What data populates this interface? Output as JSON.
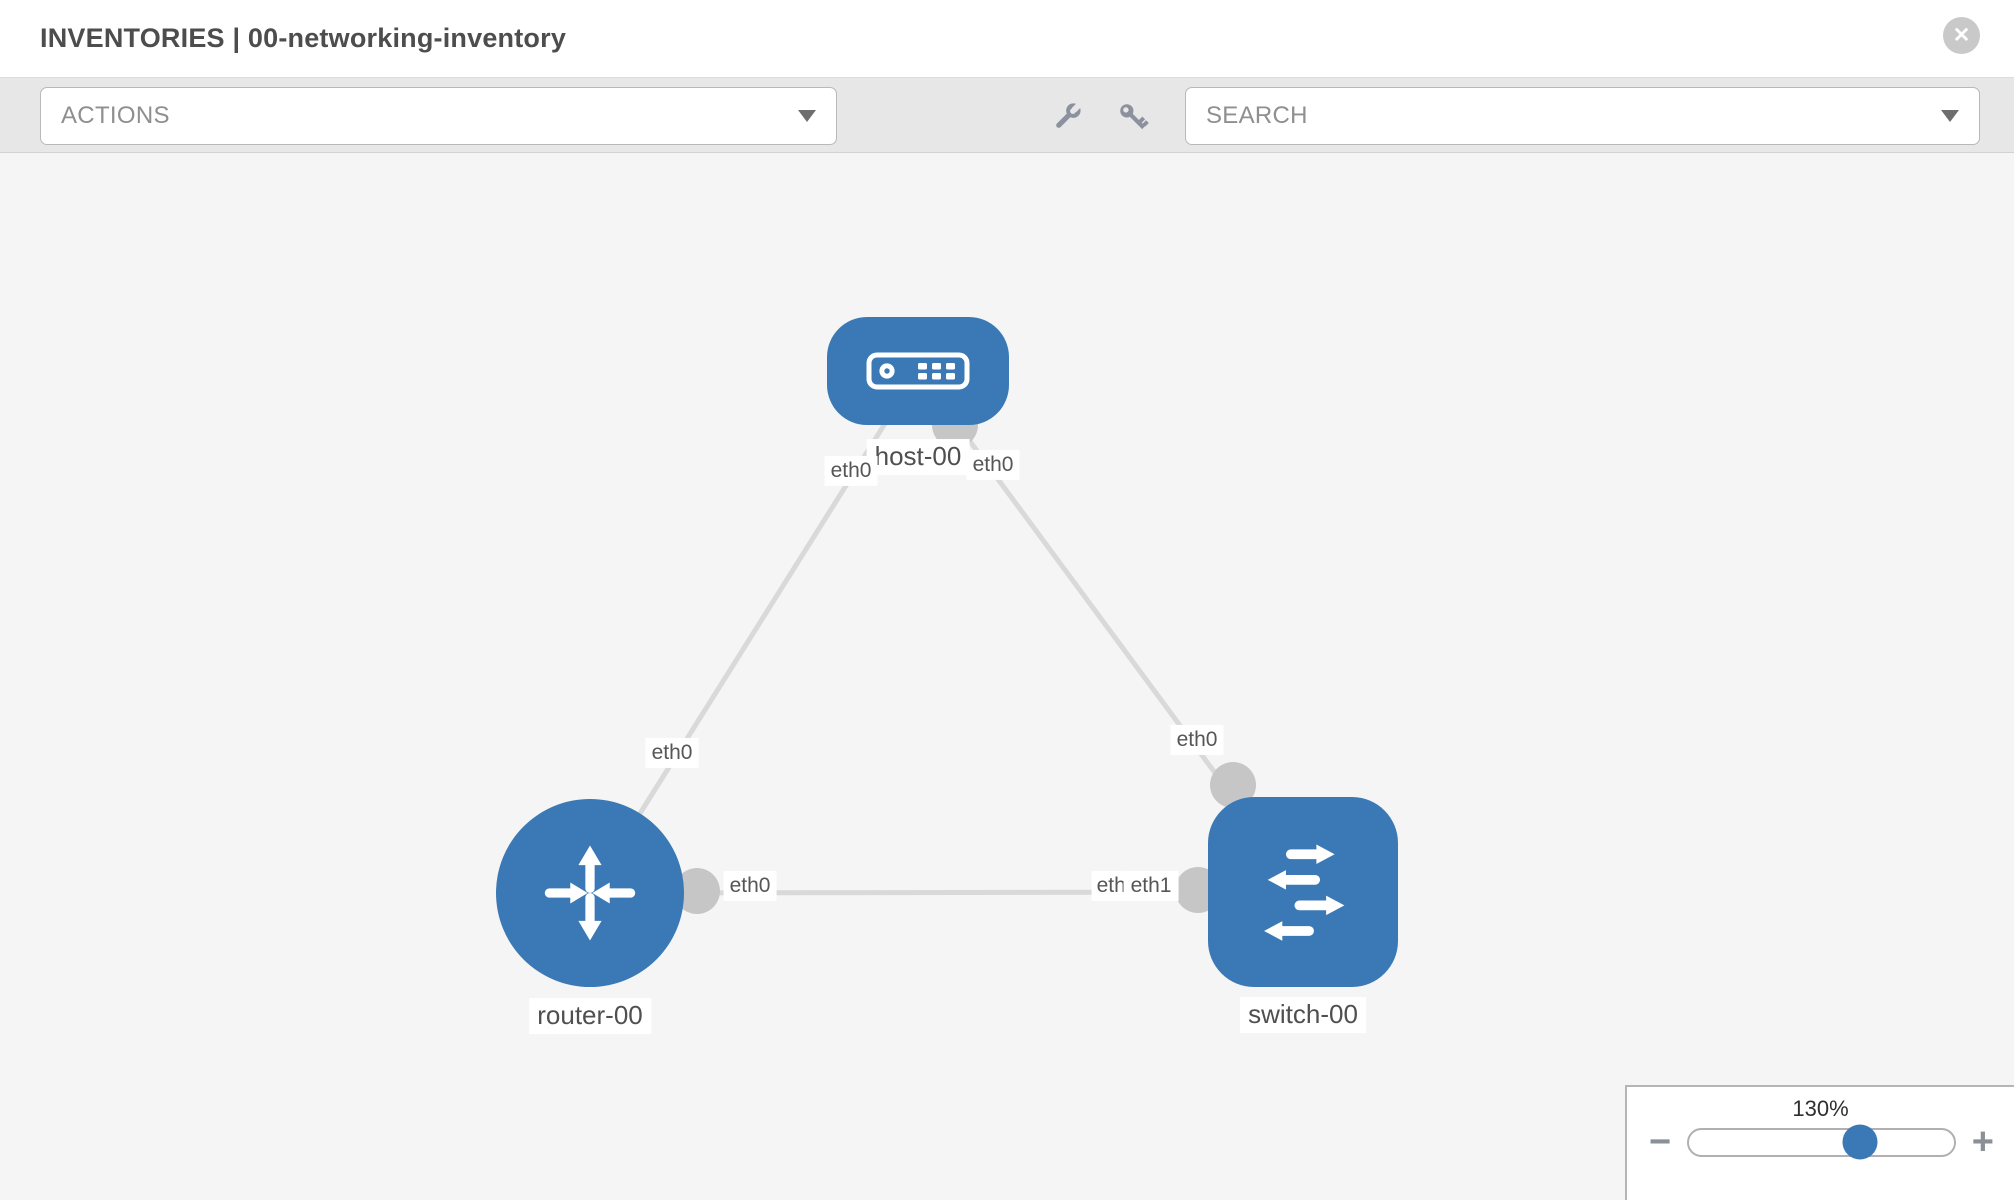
{
  "header": {
    "title": "INVENTORIES | 00-networking-inventory",
    "close_glyph": "✕"
  },
  "toolbar": {
    "actions_label": "ACTIONS",
    "search_label": "SEARCH",
    "icons": [
      "wrench-icon",
      "key-icon"
    ]
  },
  "diagram": {
    "nodes": [
      {
        "name": "host-00",
        "type": "host"
      },
      {
        "name": "router-00",
        "type": "router"
      },
      {
        "name": "switch-00",
        "type": "switch"
      }
    ],
    "edges": [
      {
        "source": "host-00",
        "source_interface": "eth0",
        "target": "router-00",
        "target_interface": "eth0"
      },
      {
        "source": "host-00",
        "source_interface": "eth0",
        "target": "switch-00",
        "target_interface": "eth0"
      },
      {
        "source": "router-00",
        "source_interface": "eth0",
        "target": "switch-00",
        "target_interface": "eth1"
      }
    ],
    "labels": {
      "host_name": "host-00",
      "router_name": "router-00",
      "switch_name": "switch-00",
      "host_router_host_end": "eth0",
      "host_router_router_end": "eth0",
      "host_switch_host_end": "eth0",
      "host_switch_switch_end": "eth0",
      "router_switch_router_end": "eth0",
      "router_switch_switch_end": "eth1",
      "router_switch_switch_end_under": "eth0"
    }
  },
  "zoom_control": {
    "level": "130%",
    "percent": 130,
    "minus_glyph": "−",
    "plus_glyph": "+"
  },
  "colors": {
    "node_blue": "#3a79b6",
    "edge_gray": "#d9d9d9",
    "connector_gray": "#c6c6c6",
    "toolbar_bg": "#e7e7e7",
    "canvas_bg": "#f5f5f5",
    "icon_gray": "#8b919d"
  }
}
